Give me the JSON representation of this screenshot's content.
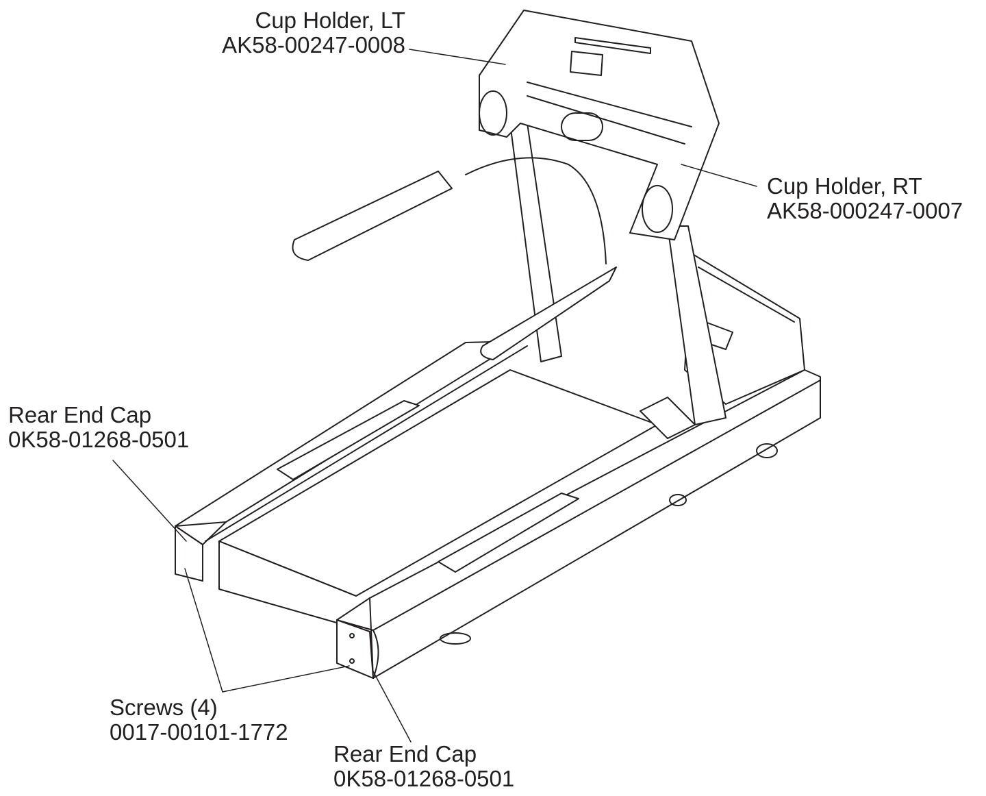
{
  "callouts": {
    "cup_holder_lt": {
      "name": "Cup Holder, LT",
      "part": "AK58-00247-0008"
    },
    "cup_holder_rt": {
      "name": "Cup Holder, RT",
      "part": "AK58-000247-0007"
    },
    "rear_end_cap_left": {
      "name": "Rear End Cap",
      "part": "0K58-01268-0501"
    },
    "screws": {
      "name": "Screws (4)",
      "part": "0017-00101-1772"
    },
    "rear_end_cap_right": {
      "name": "Rear End Cap",
      "part": "0K58-01268-0501"
    }
  },
  "colors": {
    "line": "#231f20",
    "background": "#ffffff"
  }
}
